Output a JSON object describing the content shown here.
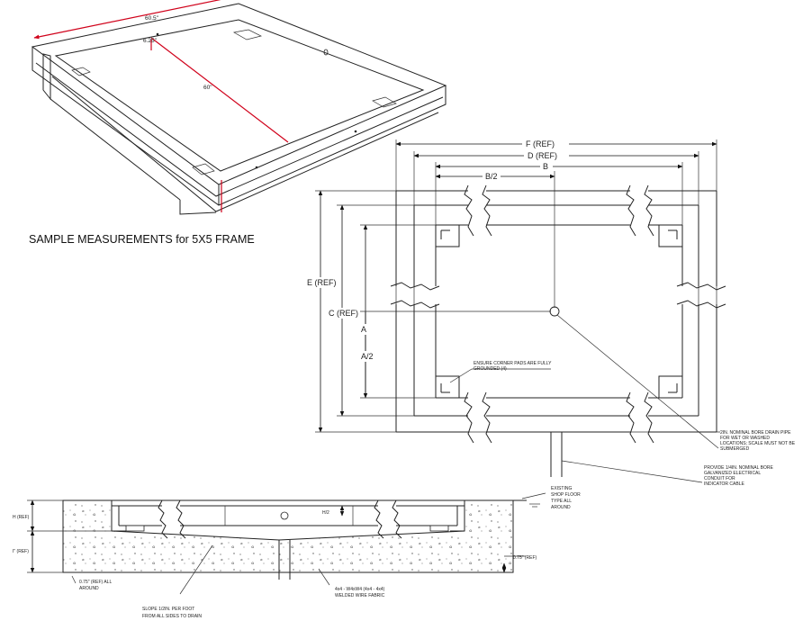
{
  "iso": {
    "caption": "SAMPLE MEASUREMENTS for 5X5 FRAME",
    "dim_outer": "60.5\"",
    "dim_lip": "6.25\"",
    "dim_inner": "60\""
  },
  "plan": {
    "f_ref": "F (REF)",
    "d_ref": "D (REF)",
    "b": "B",
    "b_half": "B/2",
    "e_ref": "E (REF)",
    "c_ref": "C (REF)",
    "a": "A",
    "a_half": "A/2",
    "note_pads": [
      "ENSURE CORNER PADS ARE FULLY",
      "GROUNDED (4)"
    ],
    "note_drain": [
      "2IN. NOMINAL BORE DRAIN PIPE",
      "FOR WET OR WASHED",
      "LOCATIONS; SCALE MUST NOT BE",
      "SUBMERGED"
    ],
    "note_conduit": [
      "PROVIDE 1/4IN. NOMINAL BORE",
      "GALVANIZED ELECTRICAL",
      "CONDUIT FOR",
      "INDICATOR CABLE"
    ]
  },
  "section": {
    "h_ref": "H (REF)",
    "h_half": "H/2",
    "i_ref": "I\" (REF)",
    "edge_ref": "0.75\" (REF)",
    "floor_note": [
      "EXISTING",
      "SHOP FLOOR",
      "TYPE ALL",
      "AROUND"
    ],
    "around_note": [
      "0.75\" (REF) ALL",
      "AROUND"
    ],
    "slope_note": [
      "SLOPE 1/2IN. PER FOOT",
      "FROM ALL SIDES TO DRAIN"
    ],
    "fabric_note": [
      "4x4 - W4xW4 (4x4 - 4x4)",
      "WELDED WIRE FABRIC"
    ]
  }
}
